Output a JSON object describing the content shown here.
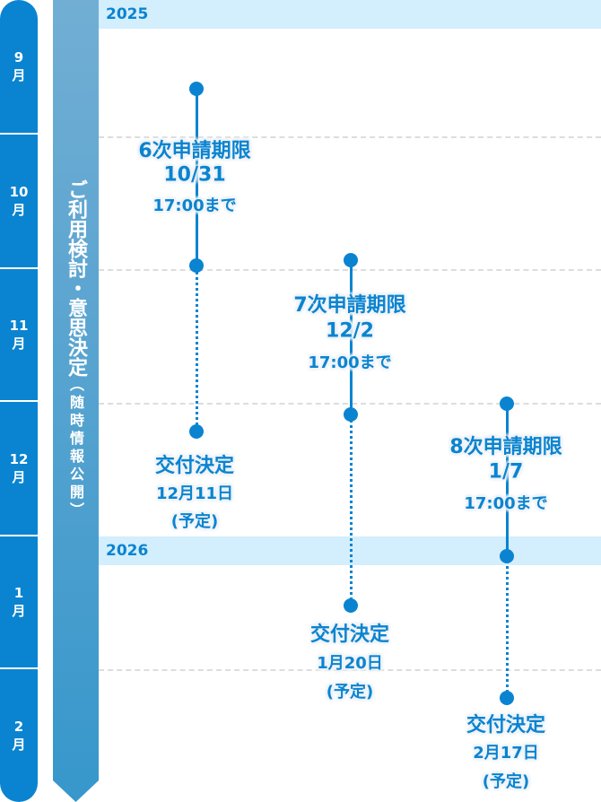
{
  "months": [
    {
      "num": "9",
      "unit": "月"
    },
    {
      "num": "10",
      "unit": "月"
    },
    {
      "num": "11",
      "unit": "月"
    },
    {
      "num": "12",
      "unit": "月"
    },
    {
      "num": "1",
      "unit": "月"
    },
    {
      "num": "2",
      "unit": "月"
    }
  ],
  "phase": {
    "main": "ご利用検討・意思決定",
    "sub": "（随時情報公開）"
  },
  "years": [
    "2025",
    "2026"
  ],
  "rounds": [
    {
      "deadline_title": "6次申請期限",
      "deadline_date": "10/31",
      "deadline_time": "17:00まで",
      "decision_title": "交付決定",
      "decision_date": "12月11日",
      "decision_note": "(予定)"
    },
    {
      "deadline_title": "7次申請期限",
      "deadline_date": "12/2",
      "deadline_time": "17:00まで",
      "decision_title": "交付決定",
      "decision_date": "1月20日",
      "decision_note": "(予定)"
    },
    {
      "deadline_title": "8次申請期限",
      "deadline_date": "1/7",
      "deadline_time": "17:00まで",
      "decision_title": "交付決定",
      "decision_date": "2月17日",
      "decision_note": "(予定)"
    }
  ],
  "colors": {
    "primary": "#0a84d0",
    "band": "#d3eefc"
  }
}
